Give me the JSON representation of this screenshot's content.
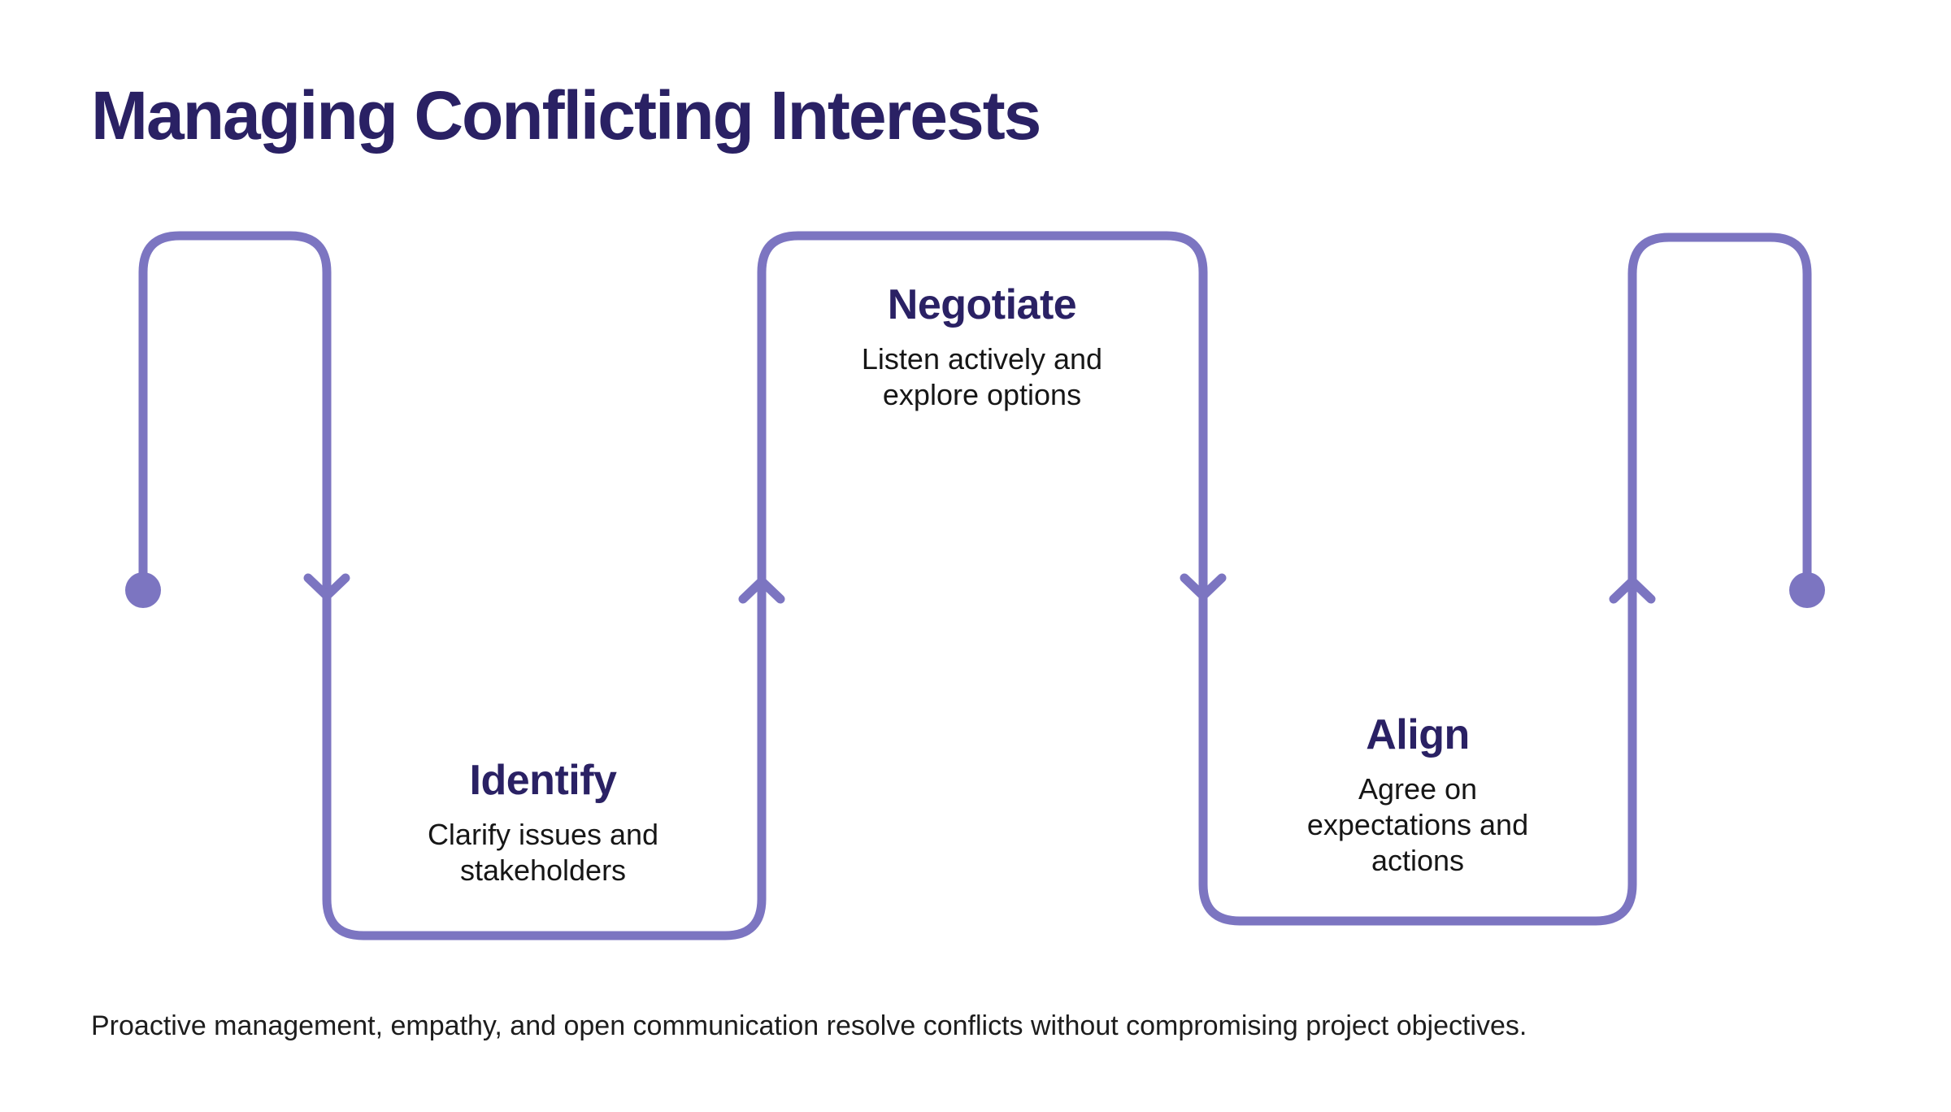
{
  "title": "Managing Conflicting Interests",
  "steps": [
    {
      "id": "identify",
      "label": "Identify",
      "description": "Clarify issues and stakeholders"
    },
    {
      "id": "negotiate",
      "label": "Negotiate",
      "description": "Listen actively and explore options"
    },
    {
      "id": "align",
      "label": "Align",
      "description": "Agree on expectations and actions"
    }
  ],
  "footnote": "Proactive management, empathy, and open communication resolve conflicts without compromising project objectives.",
  "colors": {
    "path": "#7c75c1",
    "heading": "#2a2164",
    "body_text": "#161616",
    "background": "#ffffff"
  }
}
